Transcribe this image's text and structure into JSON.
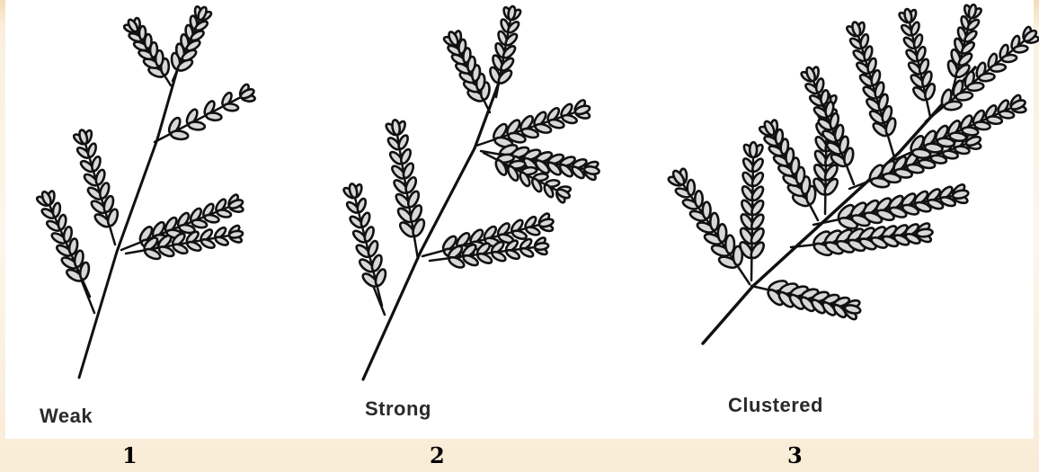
{
  "panels": [
    {
      "caption": "Weak",
      "number": "1"
    },
    {
      "caption": "Strong",
      "number": "2"
    },
    {
      "caption": "Clustered",
      "number": "3"
    }
  ],
  "colors": {
    "ink": "#111111",
    "leaf_fill": "#d8d8d8",
    "background": "#fdf6ec"
  }
}
